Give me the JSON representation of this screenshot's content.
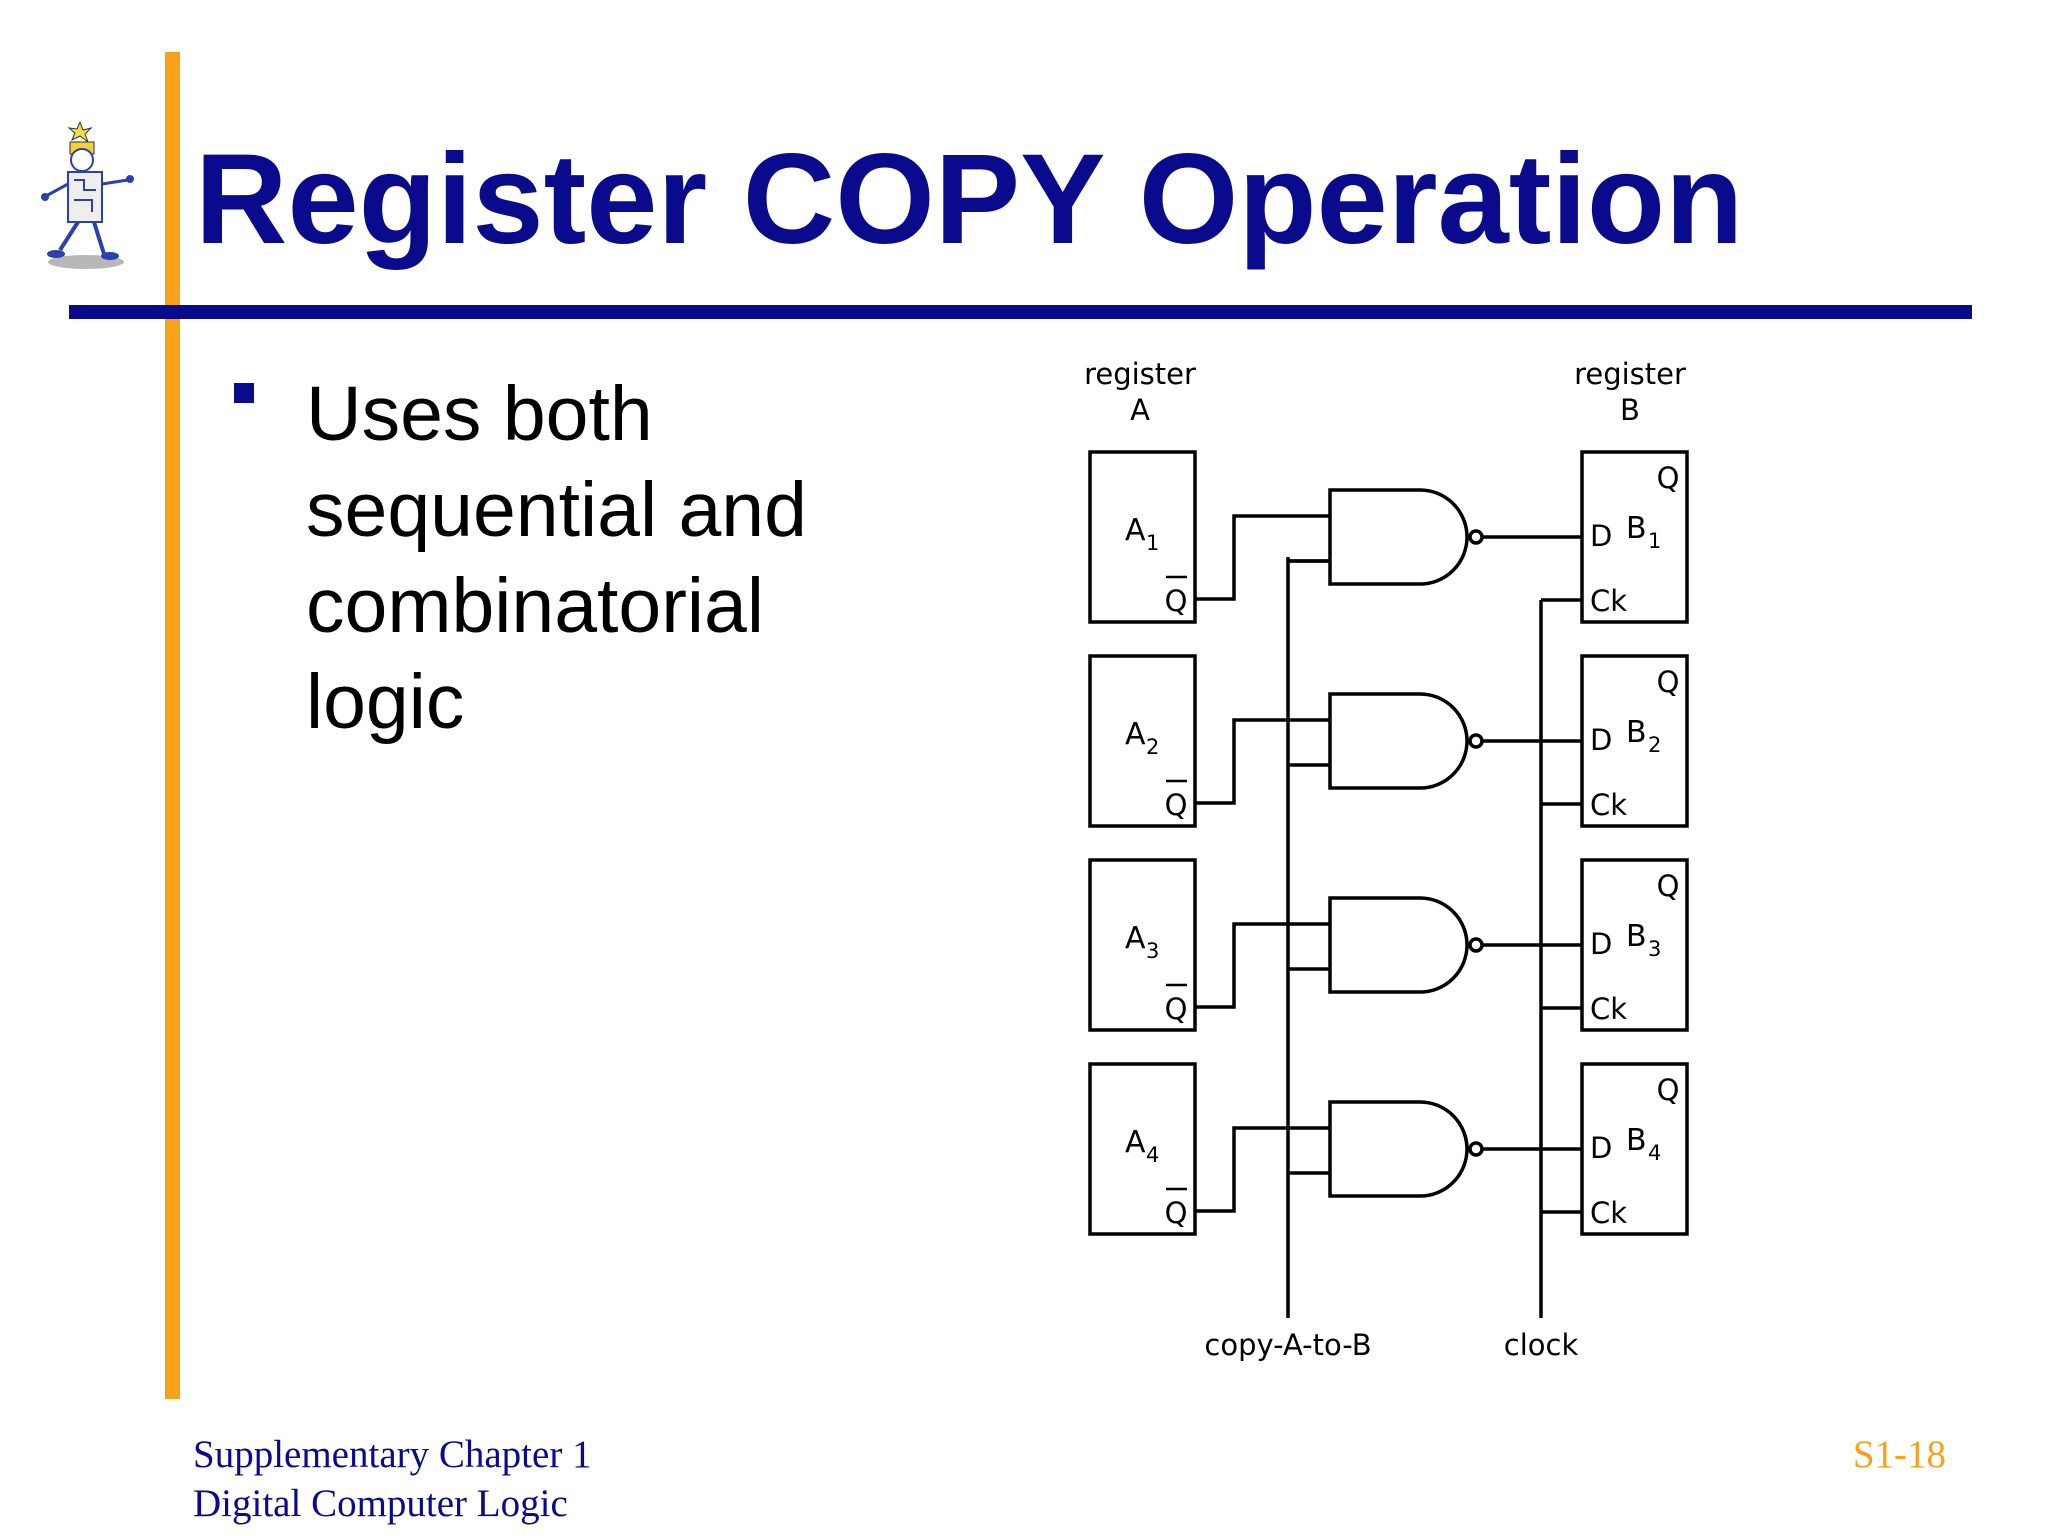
{
  "slide": {
    "title": "Register COPY Operation",
    "bullet_lines": [
      "Uses both",
      "sequential and",
      "combinatorial",
      "logic"
    ]
  },
  "diagram": {
    "register_a": {
      "label_line1": "register",
      "label_line2": "A"
    },
    "register_b": {
      "label_line1": "register",
      "label_line2": "B"
    },
    "a_cells": [
      {
        "name": "A",
        "sub": "1",
        "output": "Q"
      },
      {
        "name": "A",
        "sub": "2",
        "output": "Q"
      },
      {
        "name": "A",
        "sub": "3",
        "output": "Q"
      },
      {
        "name": "A",
        "sub": "4",
        "output": "Q"
      }
    ],
    "b_cells": [
      {
        "name": "B",
        "sub": "1",
        "q": "Q",
        "d": "D",
        "ck": "Ck"
      },
      {
        "name": "B",
        "sub": "2",
        "q": "Q",
        "d": "D",
        "ck": "Ck"
      },
      {
        "name": "B",
        "sub": "3",
        "q": "Q",
        "d": "D",
        "ck": "Ck"
      },
      {
        "name": "B",
        "sub": "4",
        "q": "Q",
        "d": "D",
        "ck": "Ck"
      }
    ],
    "copy_label": "copy-A-to-B",
    "clock_label": "clock"
  },
  "footer": {
    "line1": "Supplementary Chapter 1",
    "line2": "Digital Computer Logic",
    "page": "S1-18"
  },
  "colors": {
    "title": "#0a0a8c",
    "accent_bar": "#f7a21b",
    "page_number": "#f7a21b"
  }
}
